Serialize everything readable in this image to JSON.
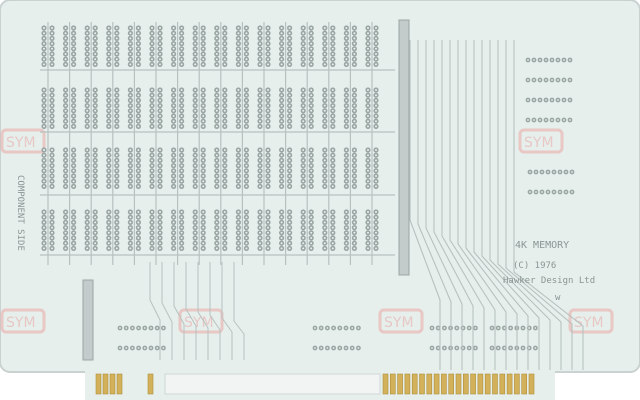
{
  "board": {
    "title": "4K MEMORY",
    "copyright": "(C) 1976",
    "maker": "Hawker Design Ltd",
    "side_mark": "COMPONENT SIDE",
    "small_mark": "w",
    "watermark": "SYM",
    "colors": {
      "substrate": "#e6efec",
      "trace": "#b7c1bf",
      "pad": "#9aa6a4",
      "pad_hole": "#e9efed",
      "gold": "#d3b15a",
      "watermark": "#e9a7a7"
    }
  }
}
